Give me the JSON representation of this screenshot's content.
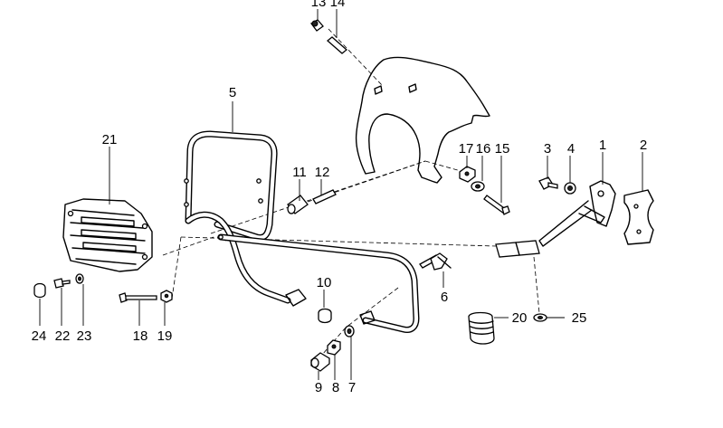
{
  "diagram": {
    "callouts": [
      {
        "id": "c1",
        "text": "1"
      },
      {
        "id": "c2",
        "text": "2"
      },
      {
        "id": "c3",
        "text": "3"
      },
      {
        "id": "c4",
        "text": "4"
      },
      {
        "id": "c5",
        "text": "5"
      },
      {
        "id": "c6",
        "text": "6"
      },
      {
        "id": "c7",
        "text": "7"
      },
      {
        "id": "c8",
        "text": "8"
      },
      {
        "id": "c9",
        "text": "9"
      },
      {
        "id": "c10",
        "text": "10"
      },
      {
        "id": "c11",
        "text": "11"
      },
      {
        "id": "c12",
        "text": "12"
      },
      {
        "id": "c13",
        "text": "13"
      },
      {
        "id": "c14",
        "text": "14"
      },
      {
        "id": "c15",
        "text": "15"
      },
      {
        "id": "c16",
        "text": "16"
      },
      {
        "id": "c17",
        "text": "17"
      },
      {
        "id": "c18",
        "text": "18"
      },
      {
        "id": "c19",
        "text": "19"
      },
      {
        "id": "c20",
        "text": "20"
      },
      {
        "id": "c21",
        "text": "21"
      },
      {
        "id": "c22",
        "text": "22"
      },
      {
        "id": "c23",
        "text": "23"
      },
      {
        "id": "c24",
        "text": "24"
      },
      {
        "id": "c25",
        "text": "25"
      }
    ]
  }
}
